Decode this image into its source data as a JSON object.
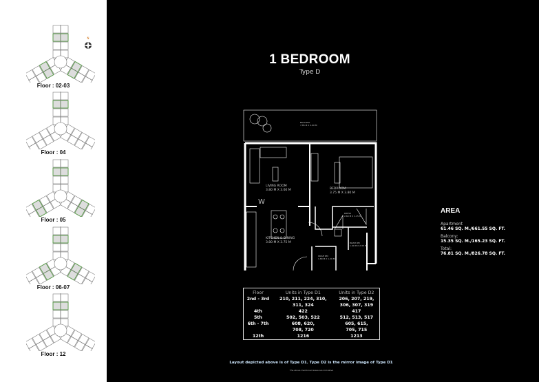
{
  "title": "1 BEDROOM",
  "subtitle": "Type D",
  "accent_highlight_color": "#5a9a4a",
  "compass": {
    "label": "N"
  },
  "floors": [
    {
      "label": "Floor : 02-03",
      "highlights": [
        {
          "wing": "top",
          "unit": 2
        },
        {
          "wing": "left",
          "unit": 1
        },
        {
          "wing": "right",
          "unit": 1
        }
      ]
    },
    {
      "label": "Floor : 04",
      "highlights": [
        {
          "wing": "top",
          "unit": 2
        }
      ]
    },
    {
      "label": "Floor : 05",
      "highlights": [
        {
          "wing": "top",
          "unit": 2
        },
        {
          "wing": "left",
          "unit": 2
        },
        {
          "wing": "right",
          "unit": 2
        }
      ]
    },
    {
      "label": "Floor : 06-07",
      "highlights": [
        {
          "wing": "top",
          "unit": 2
        },
        {
          "wing": "left",
          "unit": 1
        },
        {
          "wing": "right",
          "unit": 1
        }
      ]
    },
    {
      "label": "Floor : 12",
      "highlights": [
        {
          "wing": "top",
          "unit": 2
        }
      ]
    }
  ],
  "rooms": {
    "balcony": {
      "name": "BALCONY",
      "size": "7.85 M X 2.00 M"
    },
    "living": {
      "name": "LIVING ROOM",
      "size": "3.80 M X 3.60 M"
    },
    "bedroom": {
      "name": "BEDROOM",
      "size": "3.75 M X 3.80 M"
    },
    "dress": {
      "name": "DRESS",
      "size": "2.60 M X 1.15 M"
    },
    "kitchen": {
      "name": "KITCHEN & DINING",
      "size": "3.80 M X 3.75 M"
    },
    "washroom1": {
      "name": "WASH RM",
      "size": "1.90 M X 2.35 M"
    },
    "washroom2": {
      "name": "WASH RM",
      "size": "1.80 M X 1.20 M"
    },
    "wm": "W"
  },
  "area": {
    "heading": "AREA",
    "items": [
      {
        "label": "Apartment",
        "value": "61.46 SQ. M./661.55 SQ. FT."
      },
      {
        "label": "Balcony:",
        "value": "15.35 SQ. M./165.23 SQ. FT."
      },
      {
        "label": "Total:",
        "value": "76.81 SQ. M./826.78 SQ. FT."
      }
    ]
  },
  "units_table": {
    "headers": [
      "Floor",
      "Units in Type D1",
      "Units in Type D2"
    ],
    "rows": [
      [
        "2nd - 3rd",
        "210, 211, 224, 310,",
        "206, 207, 219,"
      ],
      [
        "",
        "311, 324",
        "306, 307, 319"
      ],
      [
        "4th",
        "422",
        "417"
      ],
      [
        "5th",
        "502, 503, 522",
        "512, 513, 517"
      ],
      [
        "6th - 7th",
        "608, 620,",
        "605, 615,"
      ],
      [
        "",
        "708, 720",
        "705, 715"
      ],
      [
        "12th",
        "1216",
        "1213"
      ]
    ]
  },
  "note": "Layout depicted above is of Type D1. Type D2 is the mirror image of Type D1",
  "disclaimer": "The above mentioned areas are indicative"
}
